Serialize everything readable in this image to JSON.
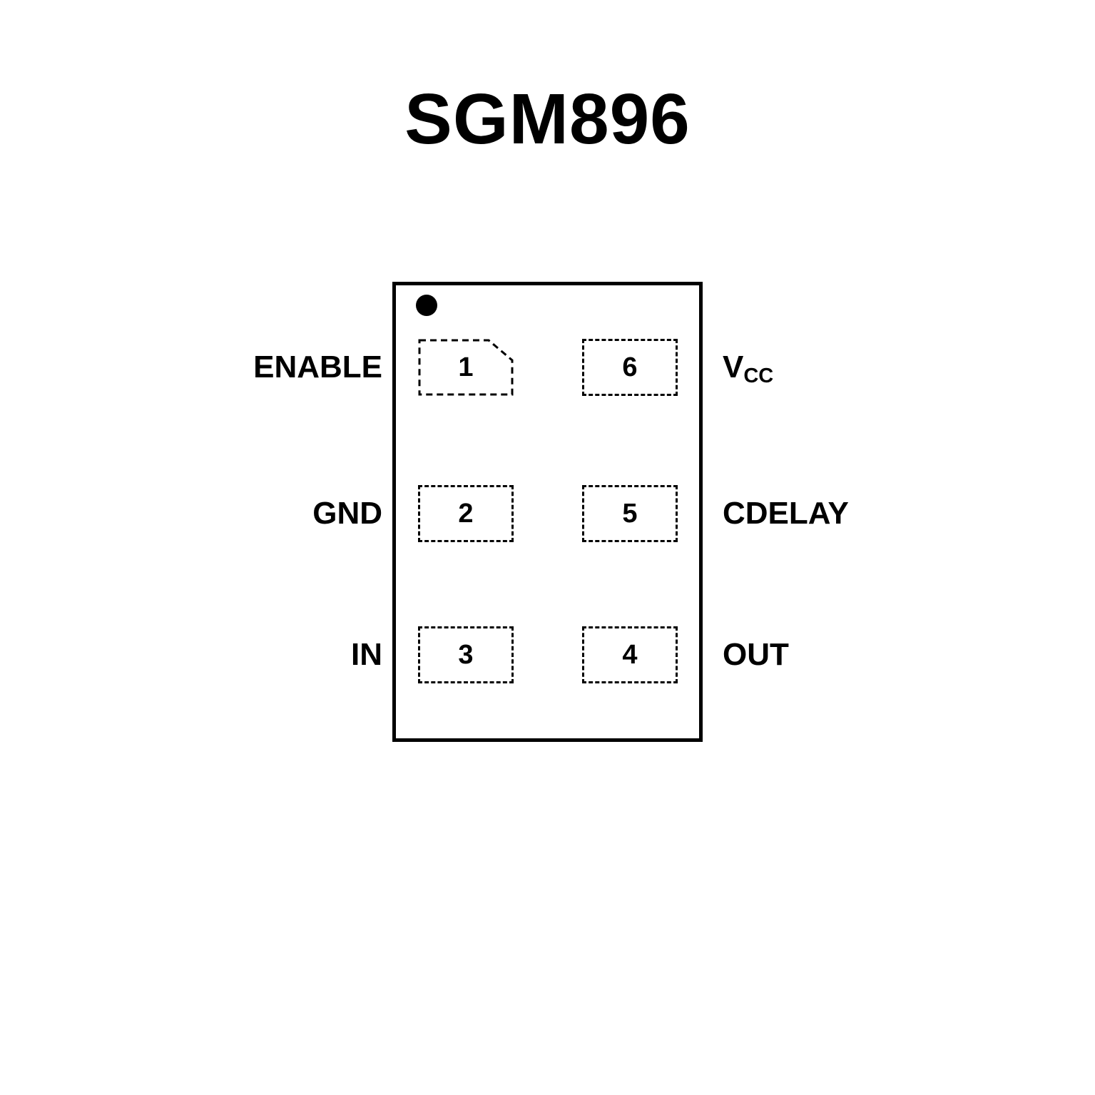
{
  "title": "SGM896",
  "colors": {
    "line": "#000000",
    "text": "#000000",
    "background": "#ffffff"
  },
  "package": {
    "pin1_marker": "filled-dot",
    "outline_style": "solid",
    "pad_style": "dashed"
  },
  "pins": [
    {
      "number": "1",
      "name": "ENABLE",
      "side": "left"
    },
    {
      "number": "2",
      "name": "GND",
      "side": "left"
    },
    {
      "number": "3",
      "name": "IN",
      "side": "left"
    },
    {
      "number": "4",
      "name": "OUT",
      "side": "right"
    },
    {
      "number": "5",
      "name": "CDELAY",
      "side": "right"
    },
    {
      "number": "6",
      "name": "V",
      "name_sub": "CC",
      "side": "right"
    }
  ]
}
